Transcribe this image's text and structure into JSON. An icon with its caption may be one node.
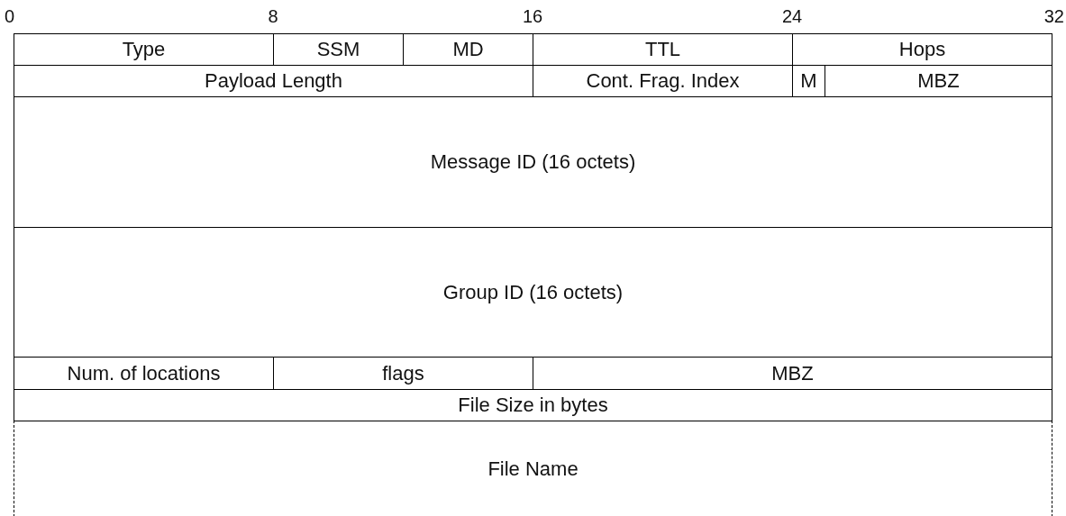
{
  "diagram": {
    "nodes": [
      {
        "text": [
          "Type"
        ]
      },
      {
        "text": [
          "SSM"
        ]
      },
      {
        "text": [
          "MD"
        ]
      },
      {
        "text": [
          "TTL"
        ]
      },
      {
        "text": [
          "Hops"
        ]
      },
      {
        "text": [
          "Payload Length"
        ]
      },
      {
        "text": [
          "Cont. Frag. Index"
        ]
      },
      {
        "text": [
          "M"
        ]
      },
      {
        "text": [
          "MBZ"
        ]
      },
      {
        "text": [
          "Message ID (16 octets)"
        ]
      },
      {
        "text": [
          "Group ID (16 octets)"
        ]
      },
      {
        "text": [
          "Num. of locations"
        ]
      },
      {
        "text": [
          "flags"
        ]
      },
      {
        "text": [
          "MBZ"
        ]
      },
      {
        "text": [
          "File Size in bytes"
        ]
      },
      {
        "text": [
          "File Name"
        ]
      }
    ],
    "labels": [
      "0",
      "8",
      "16",
      "24",
      "32"
    ]
  }
}
